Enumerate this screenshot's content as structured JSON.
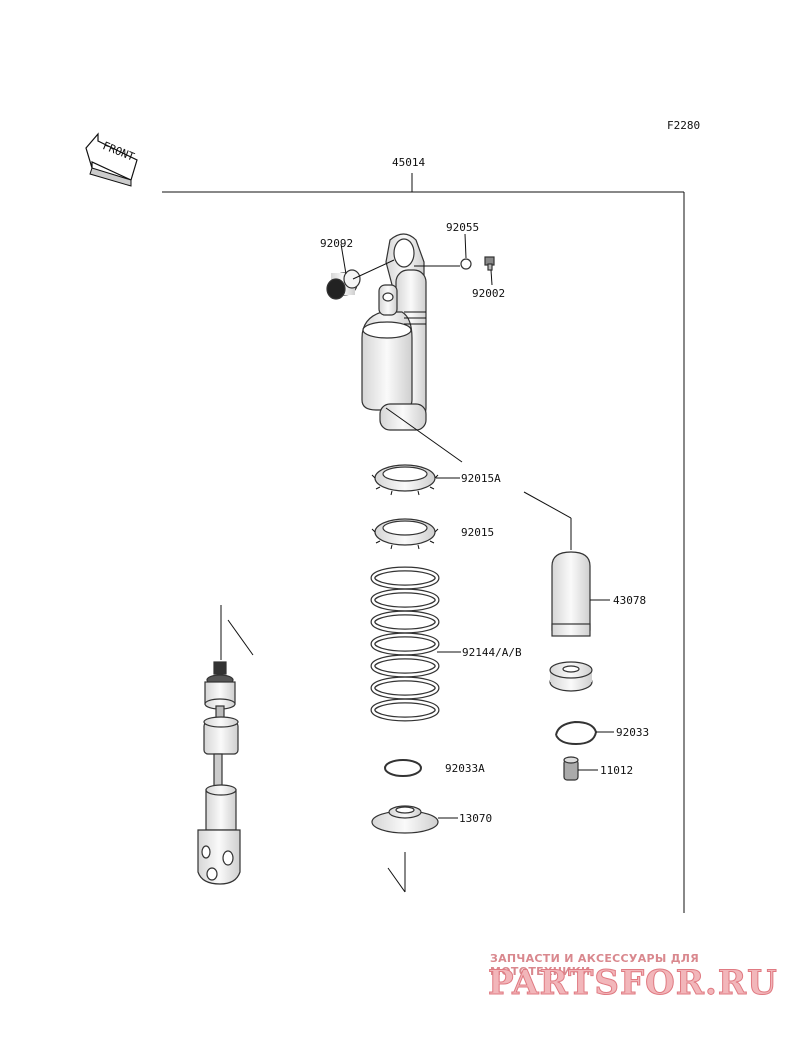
{
  "figure_code": "F2280",
  "front_label": "FRONT",
  "assembly_number": "45014",
  "parts": {
    "p92092": "92092",
    "p92055": "92055",
    "p92002": "92002",
    "p92015A": "92015A",
    "p92015": "92015",
    "p43078": "43078",
    "p92144": "92144/A/B",
    "p92033": "92033",
    "p11012": "11012",
    "p92033A": "92033A",
    "p13070": "13070"
  },
  "watermark": {
    "subtitle": "ЗАПЧАСТИ И АКСЕССУАРЫ ДЛЯ МОТОТЕХНИКИ",
    "logo": "PARTSFOR.RU"
  },
  "colors": {
    "line": "#111111",
    "part_fill": "#f2f2f2",
    "watermark_text": "#d9888e",
    "watermark_logo": "#f2b6ba"
  }
}
